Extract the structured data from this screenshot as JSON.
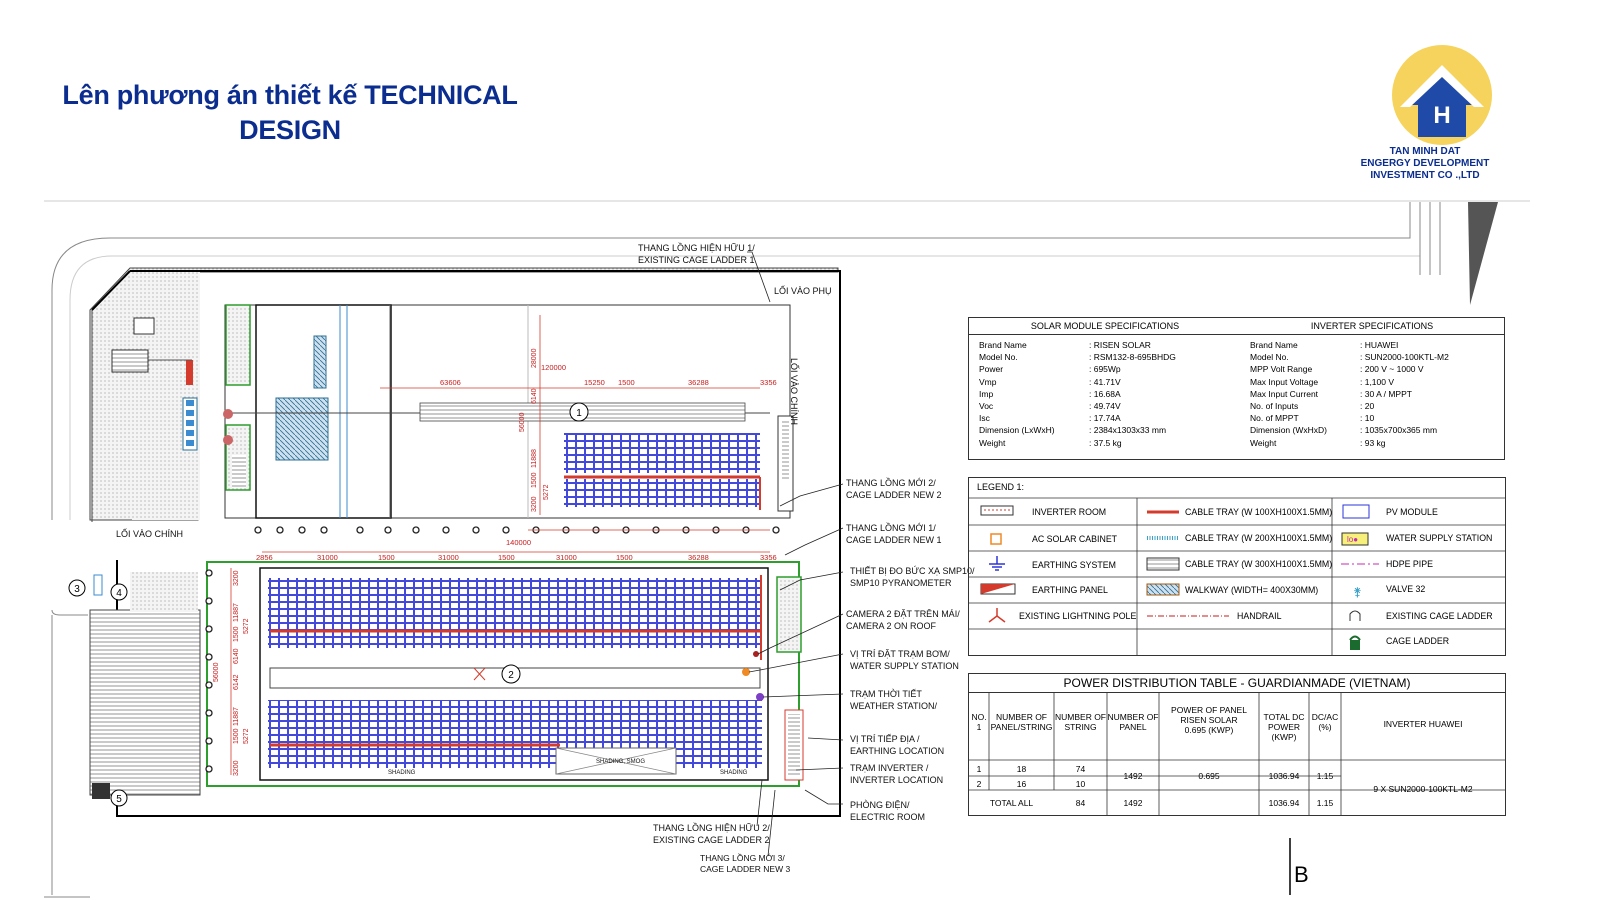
{
  "page": {
    "title_line1": "Lên phương án thiết kế TECHNICAL",
    "title_line2": "DESIGN"
  },
  "logo": {
    "icon": "house-sun-logo-icon",
    "letter": "H",
    "line1": "TAN MINH DAT",
    "line2": "ENGERGY DEVELOPMENT",
    "line3": "INVESTMENT CO .,LTD",
    "colors": {
      "sun": "#f5d35c",
      "house": "#1f4aa8",
      "text": "#0a2d8f"
    }
  },
  "site_plan": {
    "callouts": {
      "existing_ladder_1_vi": "THANG LỒNG HIỆN HỮU 1/",
      "existing_ladder_1_en": "EXISTING CAGE LADDER 1",
      "side_entrance": "LỐI VÀO PHỤ",
      "main_entrance_vertical": "LỐI VÀO CHÍNH",
      "main_entrance": "LỐI VÀO CHÍNH",
      "ladder_new_2_vi": "THANG LỒNG MỚI 2/",
      "ladder_new_2_en": "CAGE LADDER NEW 2",
      "ladder_new_1_vi": "THANG LỒNG MỚI 1/",
      "ladder_new_1_en": "CAGE LADDER NEW 1",
      "pyranometer_vi": "THIẾT BỊ ĐO BỨC XẠ SMP10/",
      "pyranometer_en": "SMP10 PYRANOMETER",
      "camera_vi": "CAMERA 2 ĐẶT TRÊN MÁI/",
      "camera_en": "CAMERA 2 ON ROOF",
      "pump_vi": "VỊ TRÍ ĐẶT TRẠM BƠM/",
      "pump_en": "WATER SUPPLY STATION",
      "weather_vi": "TRẠM THỜI TIẾT",
      "weather_en": "WEATHER STATION/",
      "earthing_vi": "VỊ TRÍ TIẾP ĐỊA /",
      "earthing_en": "EARTHING LOCATION",
      "inverter_vi": "TRẠM INVERTER /",
      "inverter_en": "INVERTER LOCATION",
      "electric_vi": "PHÒNG ĐIỆN/",
      "electric_en": "ELECTRIC ROOM",
      "existing_ladder_2_vi": "THANG LỒNG HIỆN HỮU 2/",
      "existing_ladder_2_en": "EXISTING CAGE LADDER 2",
      "ladder_new_3_vi": "THANG LỒNG MỚI 3/",
      "ladder_new_3_en": "CAGE LADDER NEW 3",
      "shading_1": "SHADING",
      "shading_2": "SHADING, SMOG",
      "shading_3": "SHADING"
    },
    "dimensions_top": [
      "63606",
      "120000",
      "15250",
      "1500",
      "36288",
      "3356"
    ],
    "dimensions_mid": [
      "2856",
      "31000",
      "1500",
      "31000",
      "1500",
      "31000",
      "1500",
      "36288",
      "3356"
    ],
    "dimension_total": "140000",
    "dimension_vertical_top": [
      "28000",
      "56000",
      "6140",
      "11888",
      "1500",
      "3200",
      "5272"
    ],
    "dimension_vertical_bottom": [
      "3200",
      "11887",
      "1500",
      "5272",
      "6140",
      "6142",
      "56000",
      "11887",
      "1500",
      "5272",
      "3200"
    ],
    "markers": [
      "1",
      "2",
      "3",
      "4",
      "5"
    ],
    "north_label": "B"
  },
  "solar_module_spec": {
    "title": "SOLAR MODULE SPECIFICATIONS",
    "rows": [
      {
        "k": "Brand Name",
        "v": ": RISEN SOLAR"
      },
      {
        "k": "Model No.",
        "v": ": RSM132-8-695BHDG"
      },
      {
        "k": "Power",
        "v": ": 695Wp"
      },
      {
        "k": "Vmp",
        "v": ": 41.71V"
      },
      {
        "k": "Imp",
        "v": ": 16.68A"
      },
      {
        "k": "Voc",
        "v": ": 49.74V"
      },
      {
        "k": "Isc",
        "v": ": 17.74A"
      },
      {
        "k": "Dimension (LxWxH)",
        "v": ": 2384x1303x33 mm"
      },
      {
        "k": "Weight",
        "v": ": 37.5 kg"
      }
    ]
  },
  "inverter_spec": {
    "title": "INVERTER SPECIFICATIONS",
    "rows": [
      {
        "k": "Brand Name",
        "v": ": HUAWEI"
      },
      {
        "k": "Model No.",
        "v": ": SUN2000-100KTL-M2"
      },
      {
        "k": "MPP Volt Range",
        "v": ": 200 V ~ 1000 V"
      },
      {
        "k": "Max Input Voltage",
        "v": ": 1,100 V"
      },
      {
        "k": "Max Input Current",
        "v": ": 30 A / MPPT"
      },
      {
        "k": "No. of Inputs",
        "v": ": 20"
      },
      {
        "k": "No. of MPPT",
        "v": ": 10"
      },
      {
        "k": "Dimension (WxHxD)",
        "v": ": 1035x700x365 mm"
      },
      {
        "k": "Weight",
        "v": ": 93 kg"
      }
    ]
  },
  "legend": {
    "title": "LEGEND 1:",
    "col1": [
      "INVERTER ROOM",
      "AC SOLAR CABINET",
      "EARTHING SYSTEM",
      "EARTHING PANEL",
      "EXISTING LIGHTNING POLE"
    ],
    "col2": [
      "CABLE TRAY (W 100XH100X1.5MM)",
      "CABLE TRAY (W 200XH100X1.5MM)",
      "CABLE TRAY (W 300XH100X1.5MM)",
      "WALKWAY (WIDTH= 400X30MM)",
      "HANDRAIL"
    ],
    "col3": [
      "PV MODULE",
      "WATER SUPPLY STATION",
      "HDPE PIPE",
      "VALVE 32",
      "EXISTING CAGE LADDER",
      "CAGE LADDER"
    ]
  },
  "power_table": {
    "title": "POWER DISTRIBUTION TABLE - GUARDIANMADE (VIETNAM)",
    "headers": {
      "no_1": "NO.",
      "no_2": "1",
      "panel_string_1": "NUMBER OF",
      "panel_string_2": "PANEL/STRING",
      "string_1": "NUMBER OF",
      "string_2": "STRING",
      "panel_1": "NUMBER OF",
      "panel_2": "PANEL",
      "power_1": "POWER OF PANEL",
      "power_2": "RISEN SOLAR",
      "power_3": "0.695 (KWP)",
      "dc_1": "TOTAL DC",
      "dc_2": "POWER (KWP)",
      "ratio_1": "DC/AC",
      "ratio_2": "(%)",
      "inverter": "INVERTER HUAWEI"
    },
    "row1": {
      "no": "1",
      "panel_string": "18",
      "string": "74"
    },
    "row2": {
      "no": "2",
      "panel_string": "16",
      "string": "10"
    },
    "merged": {
      "panel": "1492",
      "power": "0.695",
      "dc": "1036.94",
      "ratio": "1.15",
      "inverter": "9 X SUN2000-100KTL-M2"
    },
    "total": {
      "label": "TOTAL ALL",
      "string": "84",
      "panel": "1492",
      "dc": "1036.94",
      "ratio": "1.15"
    }
  }
}
